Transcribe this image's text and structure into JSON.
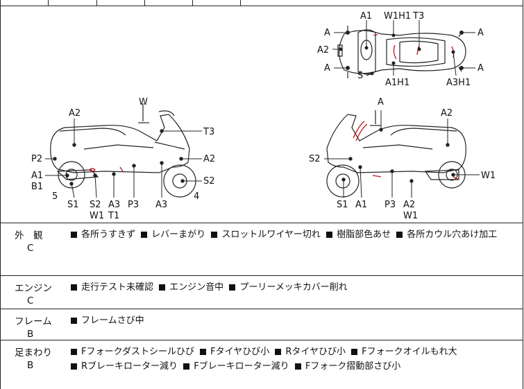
{
  "diagram": {
    "top_view_labels": [
      "A1",
      "W1H1",
      "T3",
      "A",
      "A",
      "A2",
      "A",
      "A",
      "S",
      "A1H1",
      "A3H1"
    ],
    "left_view_labels": [
      "W",
      "A2",
      "T3",
      "P2",
      "A2",
      "A1",
      "B1",
      "S2",
      "5",
      "S1",
      "S2",
      "W1",
      "A3",
      "T1",
      "P3",
      "A3",
      "4"
    ],
    "right_view_labels": [
      "A",
      "A2",
      "S2",
      "W1",
      "S1",
      "A1",
      "P3",
      "A2",
      "W1"
    ]
  },
  "sections": [
    {
      "name": "外　観",
      "grade": "C",
      "items": [
        "各所うすきず",
        "レバーまがり",
        "スロットルワイヤー切れ",
        "樹脂部色あせ",
        "各所カウル穴あけ加工"
      ]
    },
    {
      "name": "エンジン",
      "grade": "C",
      "items": [
        "走行テスト未確認",
        "エンジン音中",
        "プーリーメッキカバー削れ"
      ]
    },
    {
      "name": "フレーム",
      "grade": "B",
      "items": [
        "フレームさび中"
      ]
    },
    {
      "name": "足まわり",
      "grade": "B",
      "items": [
        "Fフォークダストシールひび",
        "Fタイヤひび小",
        "Rタイヤひび小",
        "Fフォークオイルもれ大",
        "Rブレーキローター減り",
        "Fブレーキローター減り",
        "Fフォーク摺動部さび小"
      ]
    }
  ]
}
